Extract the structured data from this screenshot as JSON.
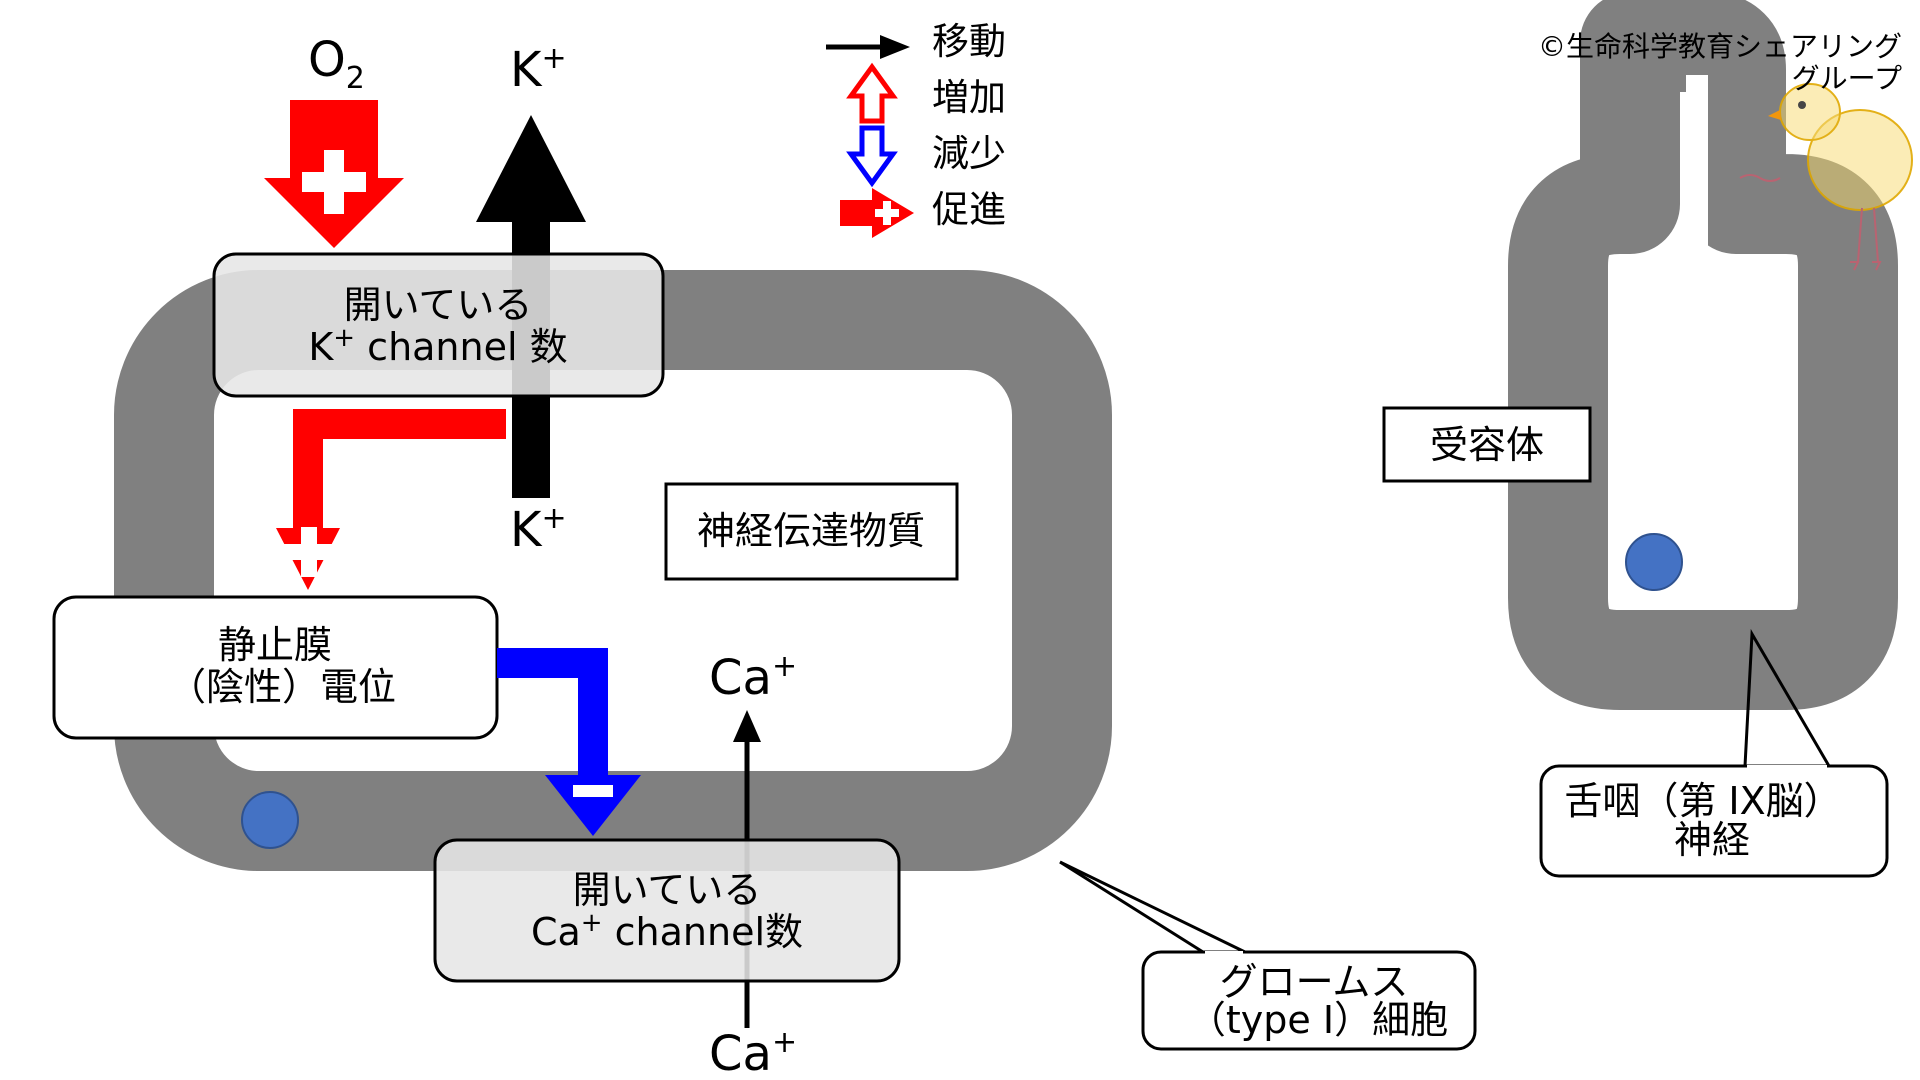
{
  "legend": {
    "move": "移動",
    "increase": "増加",
    "decrease": "減少",
    "promote": "促進"
  },
  "copyright": {
    "line1": "©生命科学教育シェアリング",
    "line2": "グループ"
  },
  "ions": {
    "o2_base": "O",
    "o2_sub": "2",
    "k_top": "K",
    "k_top_sup": "+",
    "k_inside": "K",
    "k_inside_sup": "+",
    "ca_inside": "Ca",
    "ca_inside_sup": "+",
    "ca_outside": "Ca",
    "ca_outside_sup": "+"
  },
  "boxes": {
    "k_channel_line1": "開いている",
    "k_channel_line2_a": "K",
    "k_channel_line2_sup": "+",
    "k_channel_line2_b": " channel 数",
    "resting_line1": "静止膜",
    "resting_line2": "（陰性）電位",
    "ca_channel_line1": "開いている",
    "ca_channel_line2_a": "Ca",
    "ca_channel_line2_sup": "+",
    "ca_channel_line2_b": " channel数",
    "neurotransmitter": "神経伝達物質",
    "receptor": "受容体",
    "glomus_line1": "グロームス",
    "glomus_line2": "（type I）細胞",
    "nerve_line1": "舌咽（第 IX脳）",
    "nerve_line2": "神経"
  },
  "colors": {
    "membrane": "#808080",
    "promote": "#ff0000",
    "decrease": "#0000ff",
    "move": "#000000",
    "vesicle": "#4472c4"
  }
}
